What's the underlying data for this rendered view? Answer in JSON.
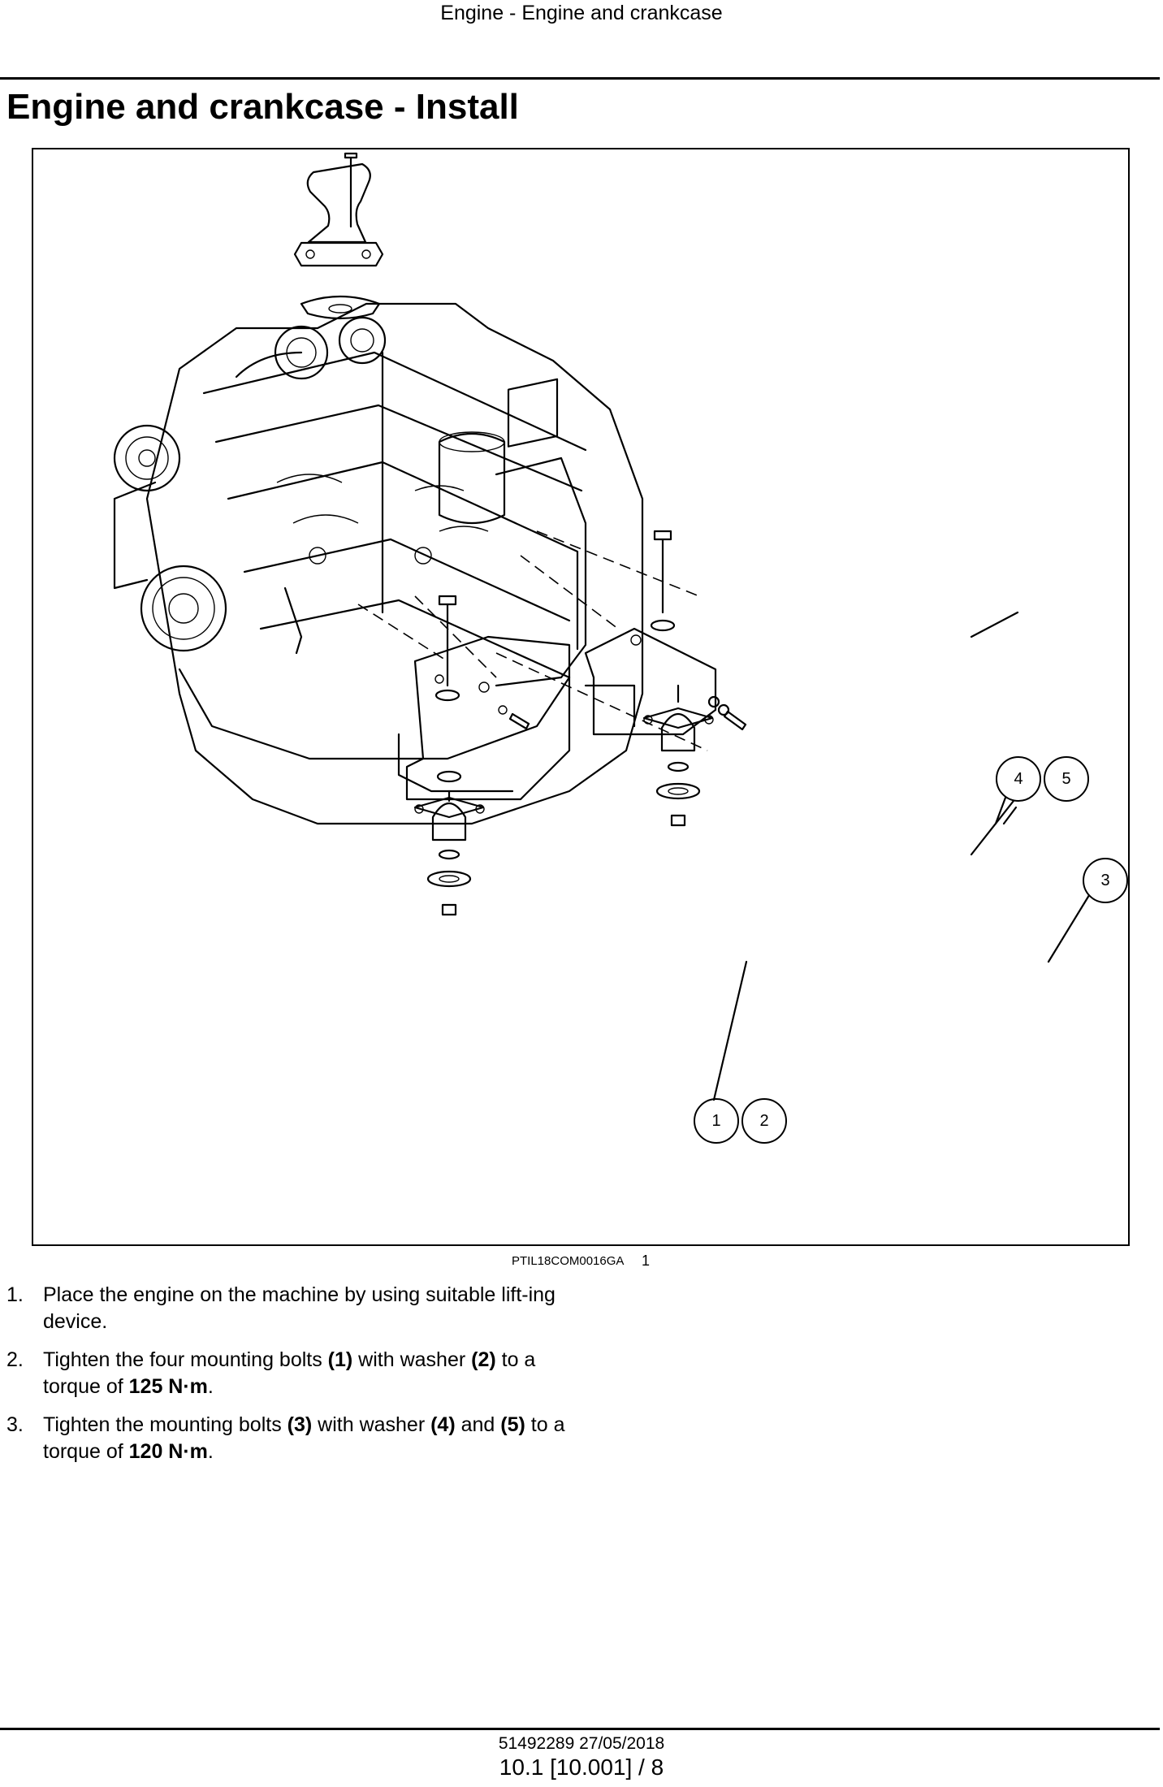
{
  "header": {
    "running_title": "Engine - Engine and crankcase",
    "page_title": "Engine and crankcase - Install"
  },
  "figure": {
    "reference": "PTIL18COM0016GA",
    "number": "1",
    "callouts": [
      "4",
      "5",
      "3",
      "1",
      "2"
    ]
  },
  "steps": [
    {
      "num": "1.",
      "text": "Place the engine on the machine by using suitable lift-ing device."
    },
    {
      "num": "2.",
      "t1": "Tighten the four mounting bolts ",
      "b1": "(1)",
      "t2": " with washer ",
      "b2": "(2)",
      "t3": " to a torque of ",
      "b3": "125 N·m",
      "t4": "."
    },
    {
      "num": "3.",
      "t1": "Tighten the mounting bolts ",
      "b1": "(3)",
      "t2": " with washer ",
      "b2": "(4)",
      "t3": " and ",
      "b3": "(5)",
      "t4": " to a torque of ",
      "b4": "120 N·m",
      "t5": "."
    }
  ],
  "footer": {
    "doc_ref": "51492289 27/05/2018",
    "page_ref": "10.1 [10.001] / 8"
  }
}
